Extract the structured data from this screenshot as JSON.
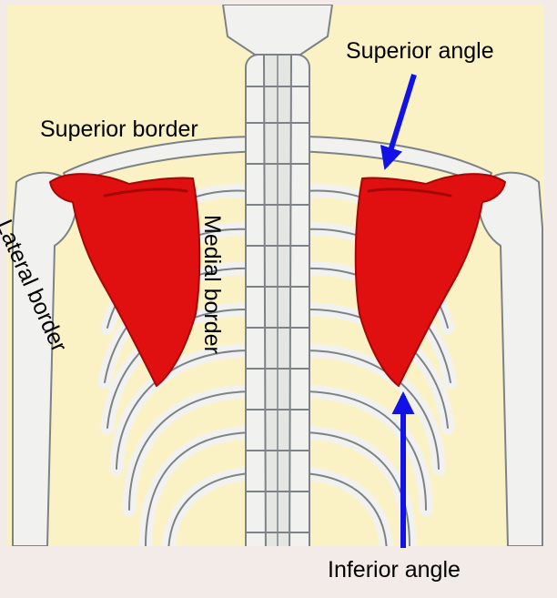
{
  "labels": {
    "superior_angle": "Superior angle",
    "superior_border": "Superior border",
    "medial_border": "Medial border",
    "lateral_border": "Lateral border",
    "inferior_angle": "Inferior angle"
  },
  "colors": {
    "background": "#faf2c4",
    "page": "#f2ebe8",
    "bone": "#f1f2f0",
    "bone_outline": "#7d8287",
    "scapula": "#e01010",
    "scapula_dark": "#a50606",
    "arrow": "#1212e6"
  }
}
